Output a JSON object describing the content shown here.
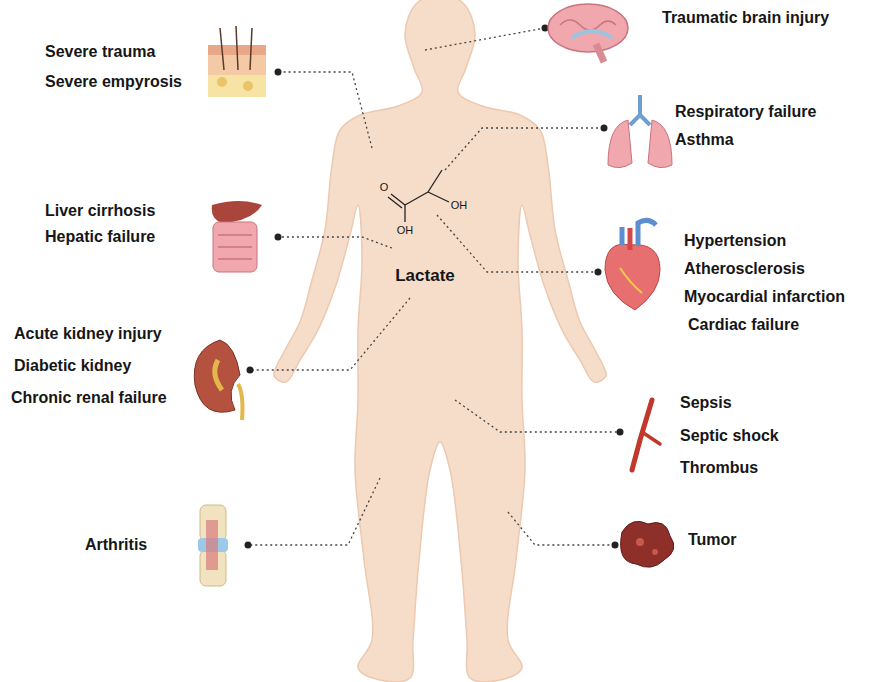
{
  "diagram": {
    "labels": [
      "Severe trauma",
      "Severe empyrosis",
      "Liver cirrhosis",
      "Hepatic failure",
      "Acute kidney injury",
      "Diabetic kidney",
      "Chronic renal failure",
      "Arthritis",
      "Traumatic brain injury",
      "Respiratory failure",
      "Asthma",
      "Hypertension",
      "Atherosclerosis",
      "Myocardial infarction",
      "Cardiac failure",
      "Sepsis",
      "Septic shock",
      "Thrombus",
      "Tumor",
      "Lactate",
      "O",
      "OH",
      "OH"
    ]
  }
}
